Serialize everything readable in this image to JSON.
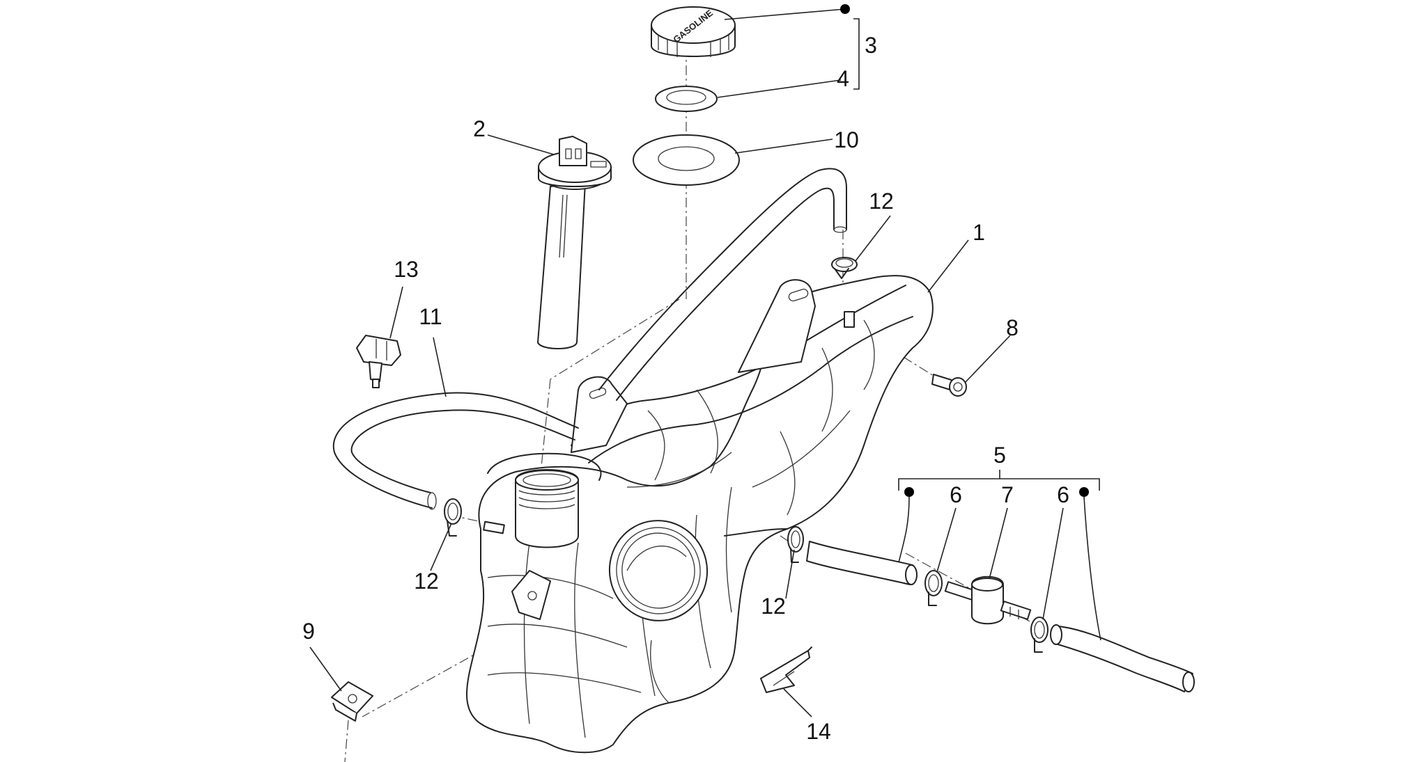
{
  "parts": [
    {
      "number": "1"
    },
    {
      "number": "2"
    },
    {
      "number": "3"
    },
    {
      "number": "4"
    },
    {
      "number": "5"
    },
    {
      "number": "6"
    },
    {
      "number": "7"
    },
    {
      "number": "8"
    },
    {
      "number": "9"
    },
    {
      "number": "10"
    },
    {
      "number": "11"
    },
    {
      "number": "12"
    },
    {
      "number": "13"
    },
    {
      "number": "14"
    }
  ],
  "cap_marking": "GASOLINE",
  "colors": {
    "line": "#222222",
    "background": "#ffffff"
  }
}
